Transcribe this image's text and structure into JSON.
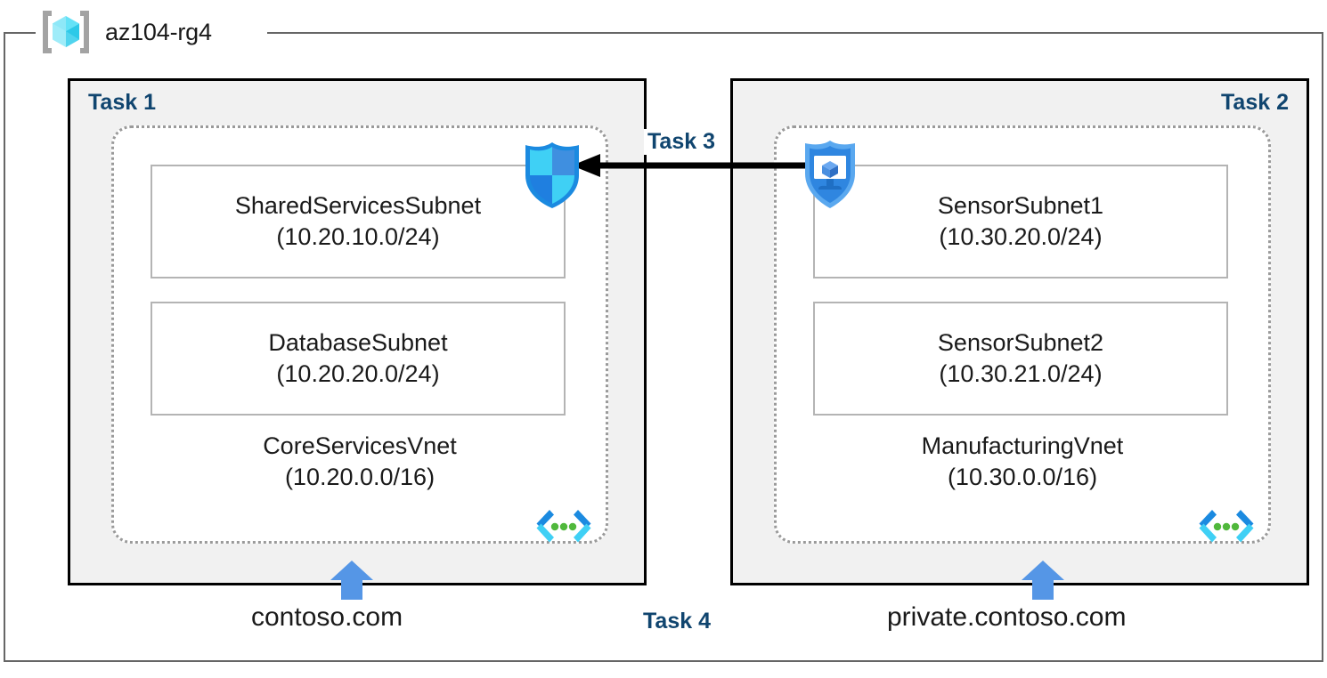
{
  "resource_group": {
    "name": "az104-rg4",
    "icon": "azure-resource-group-icon"
  },
  "panels": [
    {
      "id": "task1",
      "label": "Task 1",
      "vnet": {
        "name": "CoreServicesVnet",
        "cidr": "(10.20.0.0/16)",
        "icon": "virtual-network-icon",
        "subnets": [
          {
            "name": "SharedServicesSubnet",
            "cidr": "(10.20.10.0/24)"
          },
          {
            "name": "DatabaseSubnet",
            "cidr": "(10.20.20.0/24)"
          }
        ]
      },
      "dns": {
        "label": "contoso.com",
        "icon": "blue-up-arrow-icon"
      }
    },
    {
      "id": "task2",
      "label": "Task 2",
      "vnet": {
        "name": "ManufacturingVnet",
        "cidr": "(10.30.0.0/16)",
        "icon": "virtual-network-icon",
        "subnets": [
          {
            "name": "SensorSubnet1",
            "cidr": "(10.30.20.0/24)"
          },
          {
            "name": "SensorSubnet2",
            "cidr": "(10.30.21.0/24)"
          }
        ]
      },
      "dns": {
        "label": "private.contoso.com",
        "icon": "blue-up-arrow-icon"
      }
    }
  ],
  "connectors": {
    "peering": {
      "label": "Task 3",
      "direction": "right-to-left",
      "icon": "black-left-arrow-icon"
    },
    "dns_zones": {
      "label": "Task 4"
    }
  },
  "icons": {
    "shield": "security-shield-icon",
    "bastion": "protected-virtual-machine-icon"
  },
  "colors": {
    "task_label": "#10456f",
    "panel_fill": "#f1f1f1",
    "panel_border": "#000000",
    "frame_border": "#666666",
    "subnet_border": "#b4b4b4",
    "vnet_border": "#9a9a9a",
    "dns_arrow": "#5596e6",
    "text": "#1a1a1a"
  }
}
